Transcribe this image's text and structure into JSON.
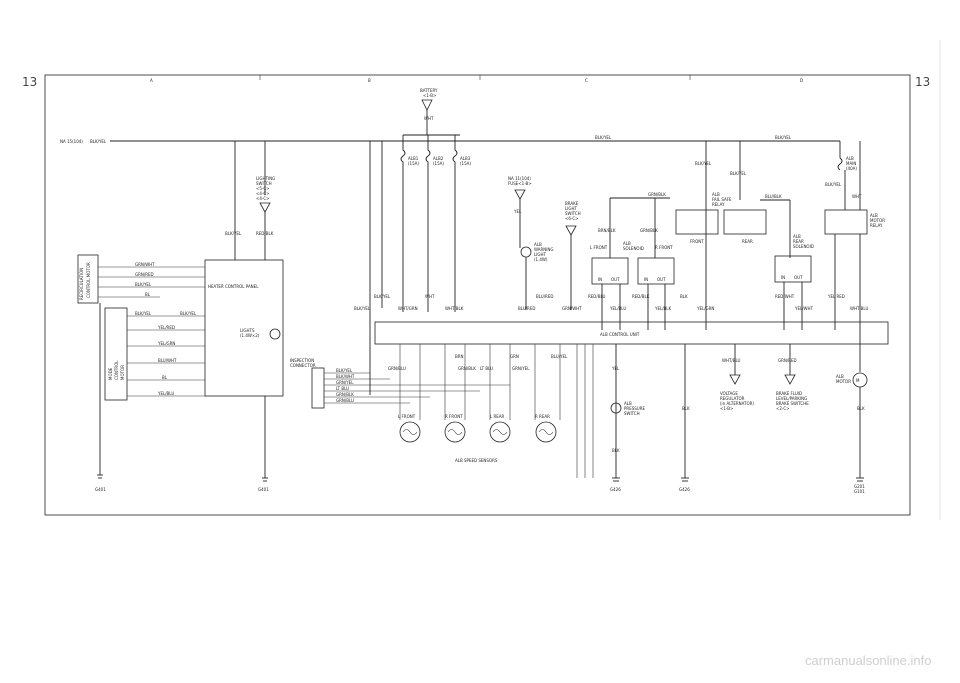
{
  "page": {
    "number_left": "13",
    "number_right": "13",
    "zones": [
      "A",
      "B",
      "C",
      "D"
    ]
  },
  "labels": {
    "battery": "BATTERY",
    "battery_ref": "<1-B>",
    "wht": "WHT",
    "na_fuse": "NA 15(104)",
    "blk_yel": "BLK/YEL",
    "lighting_switch": [
      "LIGHTING",
      "SWITCH",
      "<5-C>",
      "<4-C>",
      "<4-C>"
    ],
    "red_blk": "RED/BLK",
    "heater_panel": "HEATER CONTROL PANEL",
    "lights": [
      "LIGHTS",
      "(1.4W×2)"
    ],
    "recirc_motor": [
      "RECIRCULATION",
      "CONTROL MOTOR"
    ],
    "mode_motor": [
      "MODE",
      "CONTROL",
      "MOTOR"
    ],
    "recirc_wires": [
      "GRN/WHT",
      "GRN/RED",
      "BLK/YEL",
      "BL"
    ],
    "mode_wires": [
      "BLK/YEL",
      "YEL/RED",
      "YEL/GRN",
      "BLU/WHT",
      "BL",
      "YEL/BLU"
    ],
    "blk_yel_2": "BLK/YEL",
    "g401": "G401",
    "g401b": "G401",
    "inspection": [
      "INSPECTION",
      "CONNECTOR"
    ],
    "insp_wires": [
      "BLK/YEL",
      "BLK/WHT",
      "GRN/YEL",
      "LT BLU",
      "GRN/BLK",
      "GRN/BLU"
    ],
    "alb_fuses": [
      [
        "ALB1",
        "(15A)"
      ],
      [
        "ALB2",
        "(15A)"
      ],
      [
        "ALB3",
        "(15A)"
      ]
    ],
    "na_fuse_b": [
      "NA 11(104)",
      "FUSE<1-B>"
    ],
    "yel": "YEL",
    "alb_warn": [
      "ALB",
      "WARNING",
      "LIGHT",
      "(1.4W)"
    ],
    "brake_sw": [
      "BRAKE",
      "LIGHT",
      "SWITCH",
      "<6-C>"
    ],
    "blu_red": "BLU/RED",
    "grn_wht": "GRN/WHT",
    "blu_red2": "BLU/RED",
    "wht_grn": "WHT/GRN",
    "wht_blk": "WHT/BLK",
    "blk_yel_3": "BLK/YEL",
    "alb_control": "ALB CONTROL UNIT",
    "sensor_wires": [
      "GRN/BLU",
      "BRN",
      "GRN/BLK",
      "GRN",
      "LT BLU",
      "GRN/YEL",
      "BLU/YEL"
    ],
    "sensors": [
      "L FRONT",
      "R FRONT",
      "L REAR",
      "R REAR"
    ],
    "speed_sensors": "ALB SPEED SENSORS",
    "brn_blk": "BRN/BLK",
    "grn_blk": "GRN/BLK",
    "solenoid": [
      "ALB",
      "SOLENOID"
    ],
    "sol_front": "L FRONT",
    "sol_rfront": "R FRONT",
    "in_out": [
      "IN",
      "OUT"
    ],
    "red_blu": "RED/BLU",
    "red_blk2": "RED/BLK",
    "yel_blu": "YEL/BLU",
    "yel_blk": "YEL/BLK",
    "blk": "BLK",
    "yel_grn": "YEL/GRN",
    "yel_c": "YEL",
    "pressure_sw": [
      "ALB",
      "PRESSURE",
      "SWITCH"
    ],
    "g426": "G426",
    "g426b": "G426",
    "fail_safe": [
      "ALB",
      "FAIL SAFE",
      "RELAY"
    ],
    "front": "FRONT",
    "rear": "REAR",
    "blu_blk": "BLU/BLK",
    "rear_sol": [
      "ALB",
      "REAR",
      "SOLENOID"
    ],
    "red_wht": "RED/WHT",
    "yel_wht": "YEL/WHT",
    "wht_blu": "WHT/BLU",
    "grn_red": "GRN/RED",
    "volt_reg": [
      "VOLTAGE",
      "REGULATOR",
      "(in ALTERNATOR)",
      "<1-B>"
    ],
    "brake_fluid": [
      "BRAKE FLUID",
      "LEVEL/PARKING",
      "BRAKE SWITCHE",
      "<2-C>"
    ],
    "alb_main": [
      "ALB",
      "MAIN",
      "(40A)"
    ],
    "motor_relay": [
      "ALB",
      "MOTOR",
      "RELAY"
    ],
    "yel_red": "YEL RED",
    "wht_blu2": "WHT BLU",
    "alb_motor": [
      "ALB",
      "MOTOR"
    ],
    "g201": [
      "G201",
      "G101"
    ],
    "grn_blk2": "GRN/BLK"
  },
  "watermark": "carmanualsonline.info",
  "colors": {
    "ink": "#222222",
    "paper": "#ffffff"
  }
}
